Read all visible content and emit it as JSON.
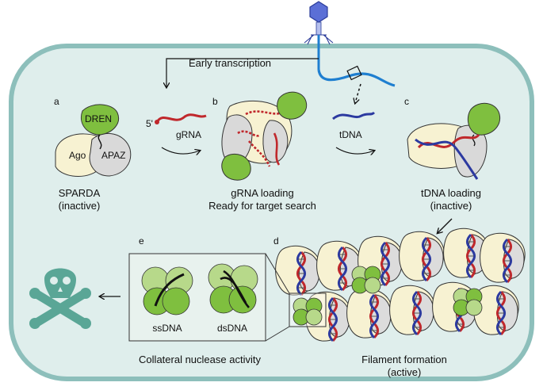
{
  "labels": {
    "early_transcription": "Early transcription",
    "panel_a": "a",
    "panel_b": "b",
    "panel_c": "c",
    "panel_d": "d",
    "panel_e": "e",
    "dren": "DREN",
    "ago": "Ago",
    "apaz": "APAZ",
    "five_prime": "5'",
    "grna": "gRNA",
    "tdna": "tDNA",
    "sparda": "SPARDA",
    "sparda_state": "(inactive)",
    "grna_loading": "gRNA loading",
    "ready_search": "Ready for target search",
    "tdna_loading": "tDNA loading",
    "tdna_state": "(inactive)",
    "ssdna": "ssDNA",
    "dsdna": "dsDNA",
    "collateral": "Collateral nuclease activity",
    "filament": "Filament formation",
    "filament_state": "(active)"
  },
  "colors": {
    "cell_fill": "#dfeeec",
    "cell_stroke": "#8dbfbb",
    "dren_green": "#7fbf3f",
    "light_green": "#b7d98a",
    "ago_cream": "#f7f2d2",
    "apaz_grey": "#d9d9d9",
    "grna_red": "#c0282c",
    "tdna_blue": "#2c3aa0",
    "phage_blue": "#1f7fd0",
    "phage_head": "#5b6fd6",
    "skull": "#5aa696"
  },
  "icons": [
    "bacteriophage-icon",
    "skull-crossbones-icon",
    "arrow-icon"
  ]
}
